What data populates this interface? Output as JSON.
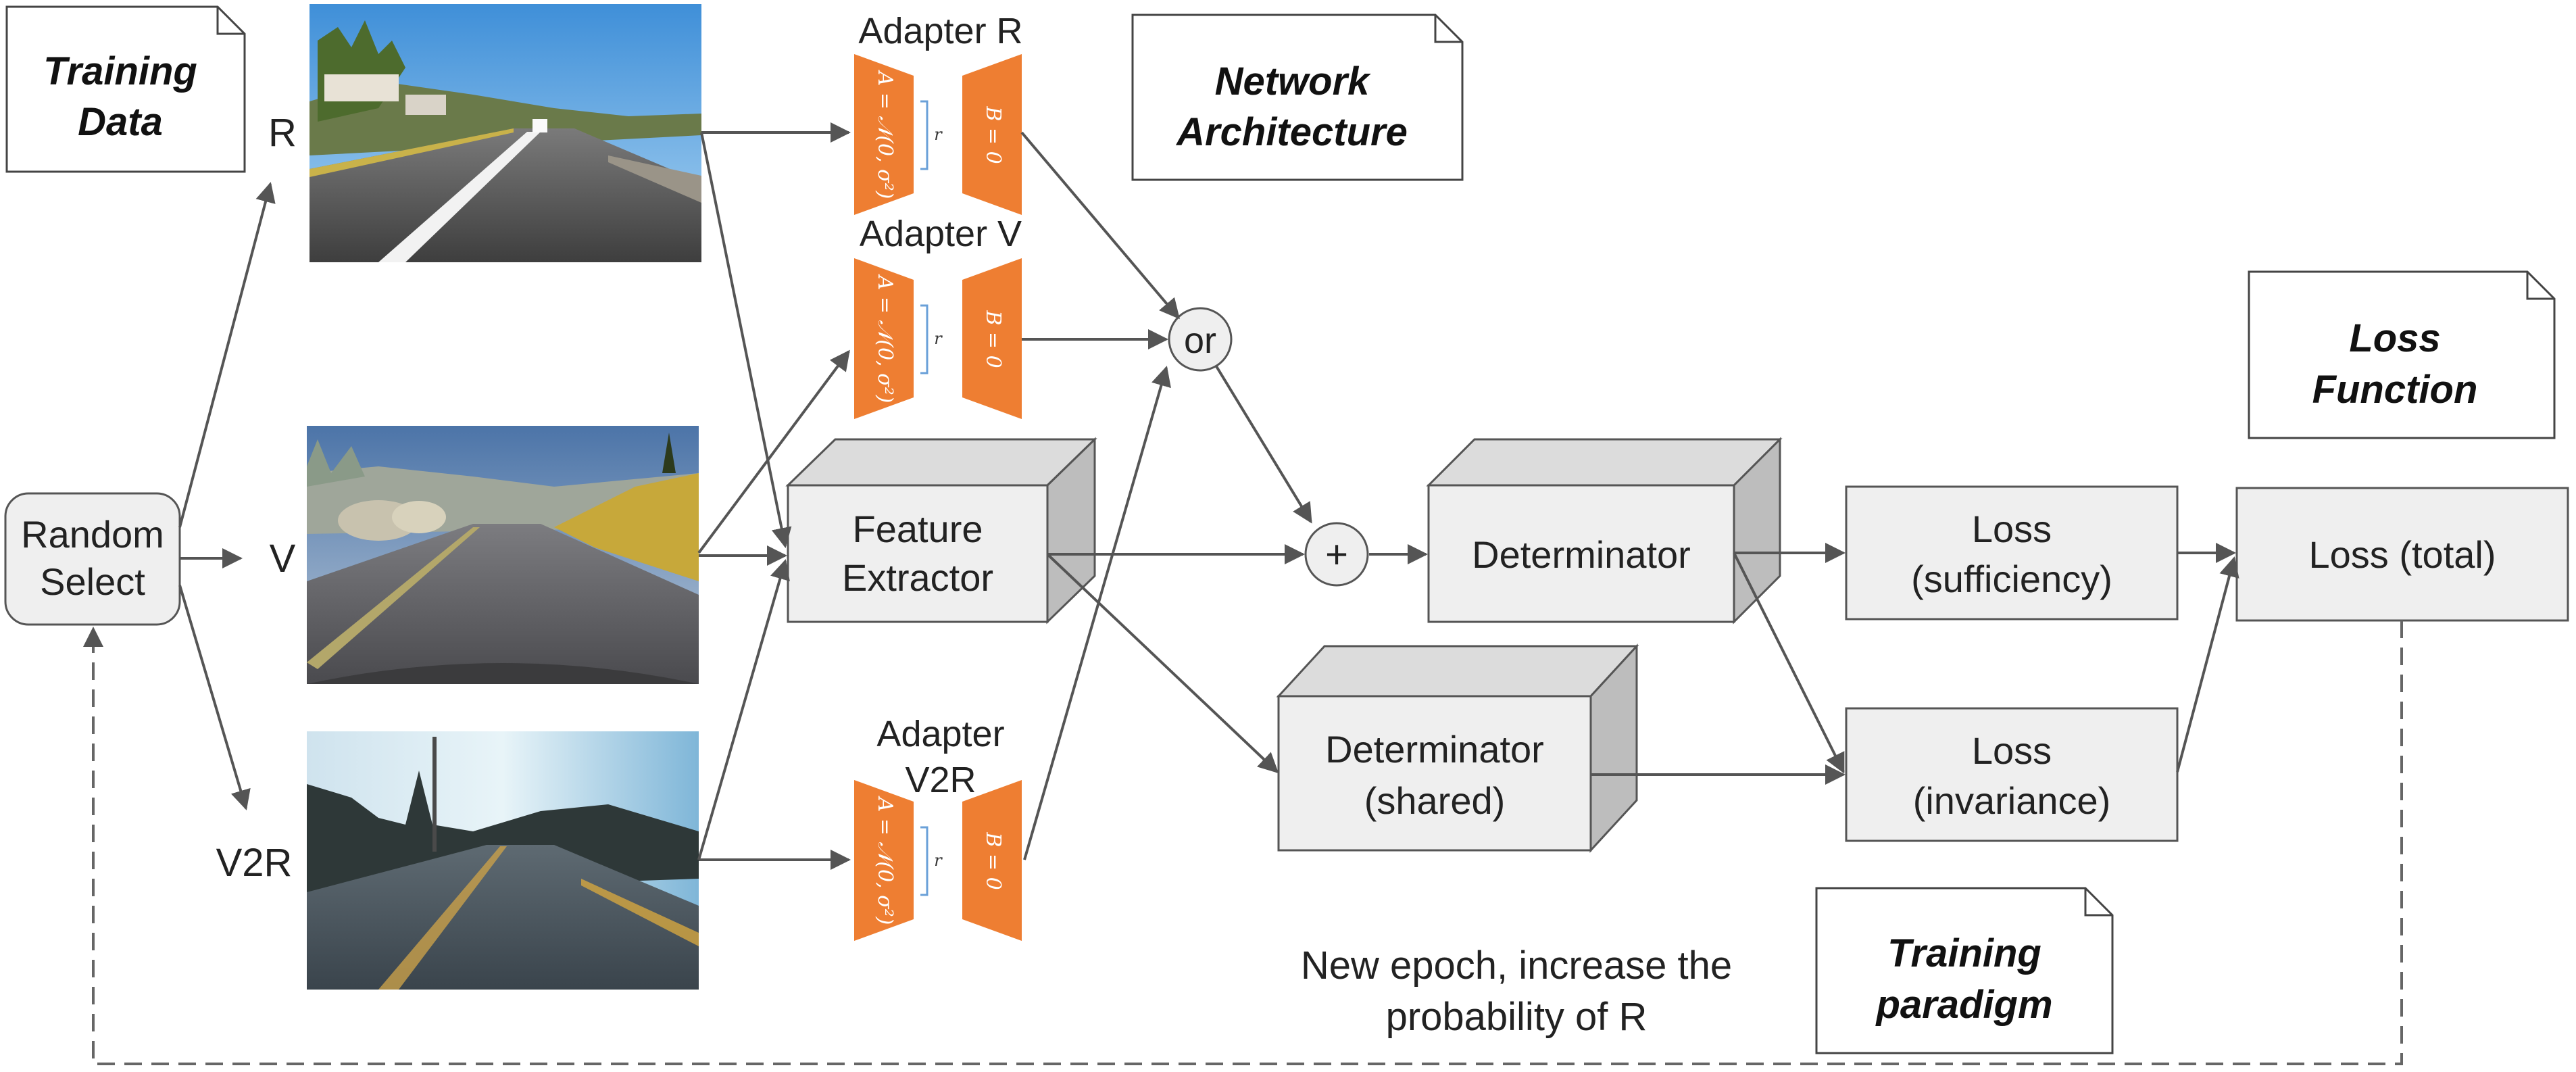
{
  "notes": {
    "training_data": [
      "Training",
      "Data"
    ],
    "network_architecture": [
      "Network",
      "Architecture"
    ],
    "loss_function": [
      "Loss",
      "Function"
    ],
    "training_paradigm": [
      "Training",
      "paradigm"
    ]
  },
  "random_select": [
    "Random",
    "Select"
  ],
  "domains": {
    "r": "R",
    "v": "V",
    "v2r": "V2R"
  },
  "adapters": {
    "r": {
      "title": [
        "Adapter R"
      ]
    },
    "v": {
      "title": [
        "Adapter V"
      ]
    },
    "v2r": {
      "title": [
        "Adapter",
        "V2R"
      ]
    },
    "a_formula": "A = 𝒩(0, σ²)",
    "b_formula": "B = 0",
    "rank": "r"
  },
  "nodes": {
    "or": "or",
    "plus": "+",
    "feature_extractor": [
      "Feature",
      "Extractor"
    ],
    "determinator": [
      "Determinator"
    ],
    "determinator_shared": [
      "Determinator",
      "(shared)"
    ],
    "loss_sufficiency": [
      "Loss",
      "(sufficiency)"
    ],
    "loss_invariance": [
      "Loss",
      "(invariance)"
    ],
    "loss_total": [
      "Loss (total)"
    ]
  },
  "epoch_note": [
    "New epoch, increase the",
    "probability of R"
  ],
  "colors": {
    "adapter": "#EE7E32",
    "box_fill": "#EFEFEF",
    "cube_side": "#BDBDBD",
    "cube_top": "#DCDCDC",
    "stroke": "#555555"
  }
}
